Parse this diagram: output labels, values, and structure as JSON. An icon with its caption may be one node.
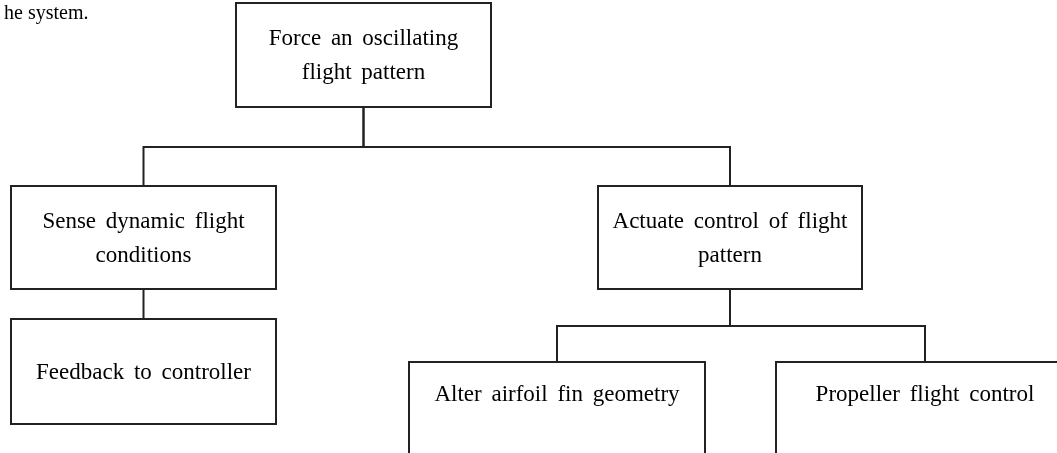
{
  "diagram": {
    "nodes": [
      {
        "text": [
          "Force an oscillating flight pattern"
        ]
      },
      {
        "text": [
          "Sense dynamic flight conditions"
        ]
      },
      {
        "text": [
          "Feedback to controller"
        ]
      },
      {
        "text": [
          "Actuate control of flight pattern"
        ]
      },
      {
        "text": [
          "Alter airfoil fin geometry"
        ]
      },
      {
        "text": [
          "Propeller flight control"
        ]
      }
    ],
    "edges": [
      {
        "from": 0,
        "to": 1,
        "arrow": "none"
      },
      {
        "from": 0,
        "to": 3,
        "arrow": "none"
      },
      {
        "from": 1,
        "to": 2,
        "arrow": "none"
      },
      {
        "from": 3,
        "to": 4,
        "arrow": "none"
      },
      {
        "from": 3,
        "to": 5,
        "arrow": "none"
      }
    ],
    "labels": [
      "he system."
    ]
  }
}
